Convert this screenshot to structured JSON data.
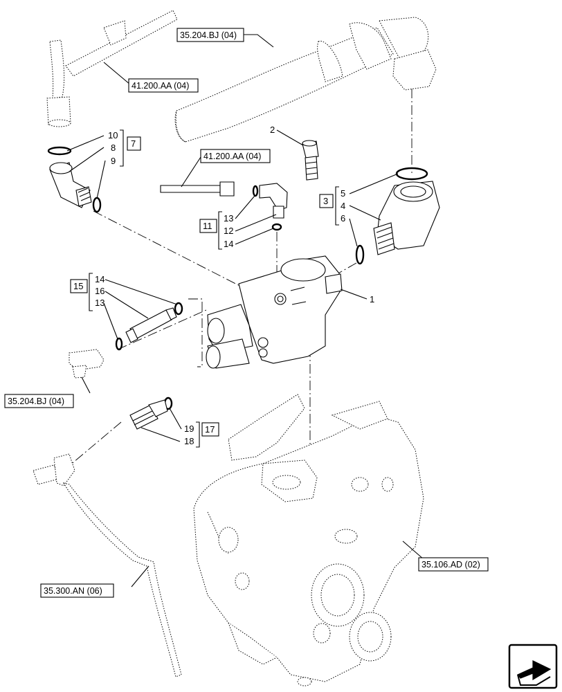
{
  "references": {
    "hose_top": "35.204.BJ (04)",
    "pipe_top_left": "41.200.AA (04)",
    "pipe_middle": "41.200.AA (04)",
    "tee_left": "35.204.BJ (04)",
    "pump": "35.106.AD (02)",
    "line_bottom_left": "35.300.AN (06)"
  },
  "kits": {
    "k7": "7",
    "k3": "3",
    "k11": "11",
    "k15": "15",
    "k17": "17"
  },
  "callouts": {
    "c1": "1",
    "c2": "2",
    "c10": "10",
    "c8": "8",
    "c9": "9",
    "c5": "5",
    "c4": "4",
    "c6": "6",
    "c13a": "13",
    "c12": "12",
    "c14a": "14",
    "c14b": "14",
    "c16": "16",
    "c13b": "13",
    "c19": "19",
    "c18": "18"
  },
  "navigation": {
    "icon": "next-page-arrow-icon"
  }
}
